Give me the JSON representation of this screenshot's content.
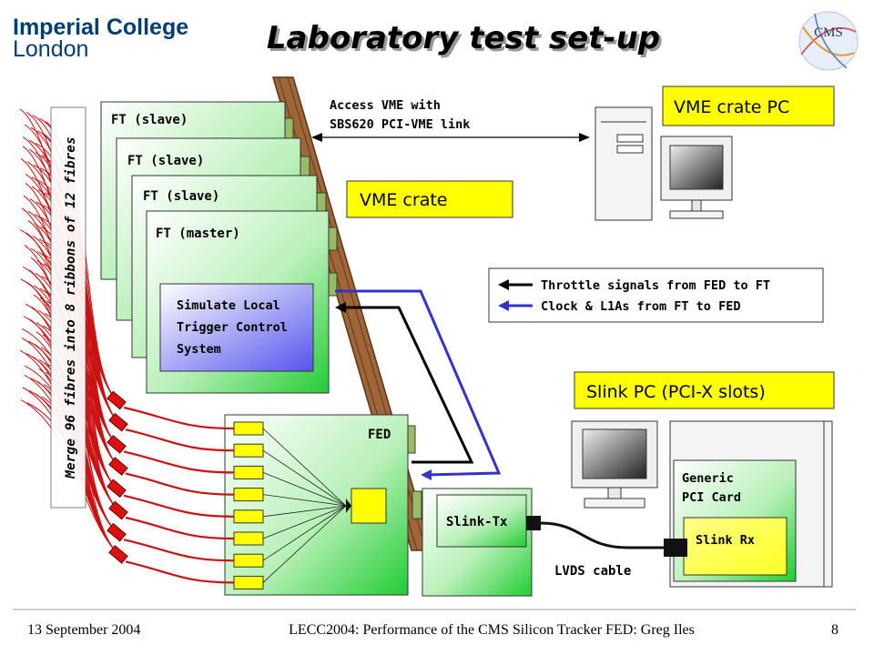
{
  "header": {
    "logo_line1": "Imperial College",
    "logo_line2": "London",
    "title": "Laboratory test set-up",
    "cms_logo": "CMS"
  },
  "boards": {
    "ft_slave_1": "FT (slave)",
    "ft_slave_2": "FT (slave)",
    "ft_slave_3": "FT (slave)",
    "ft_master": "FT (master)",
    "sim_line1": "Simulate Local",
    "sim_line2": "Trigger Control",
    "sim_line3": "System",
    "fed": "FED",
    "slink_tx": "Slink-Tx"
  },
  "labels": {
    "fibres": "Merge 96 fibres into 8 ribbons of 12 fibres",
    "access_line1": "Access VME with",
    "access_line2": "SBS620 PCI-VME link",
    "vme_crate_pc": "VME crate PC",
    "vme_crate": "VME crate",
    "slink_pc": "Slink PC (PCI-X slots)",
    "generic_line1": "Generic",
    "generic_line2": "PCI Card",
    "slink_rx": "Slink Rx",
    "lvds": "LVDS cable"
  },
  "legend": {
    "throttle": "Throttle signals from FED to FT",
    "clock": "Clock & L1As from FT to FED"
  },
  "colors": {
    "yellow": "#ffff00",
    "crate_brown": "#a0663a",
    "fibre_red": "#cc1111",
    "throttle": "#000000",
    "clock": "#3333cc",
    "board_gradient_light": "#ffffff",
    "board_gradient_green": "#22cc33"
  },
  "icons": {
    "vme_pc": "desktop-computer-icon",
    "slink_pc_monitor": "monitor-icon"
  },
  "footer": {
    "date": "13 September 2004",
    "conference": "LECC2004: Performance of the CMS Silicon Tracker FED: Greg Iles",
    "page": "8"
  }
}
